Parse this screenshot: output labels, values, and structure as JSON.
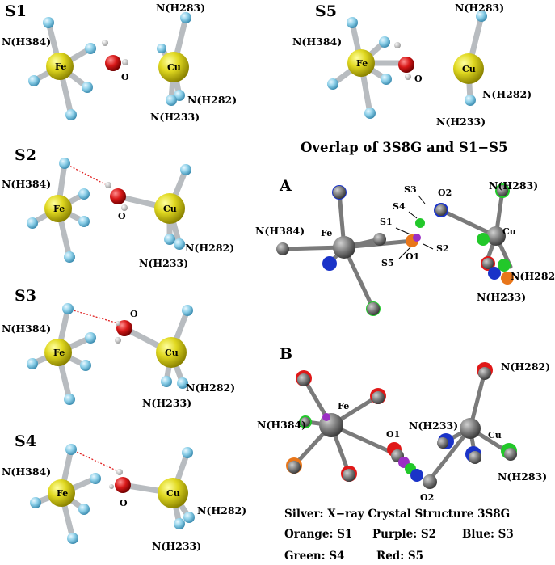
{
  "panels": {
    "s1": {
      "label": "S1",
      "h384": "N(H384)",
      "fe": "Fe",
      "o": "O",
      "cu": "Cu",
      "h283": "N(H283)",
      "h282": "N(H282)",
      "h233": "N(H233)"
    },
    "s2": {
      "label": "S2",
      "h384": "N(H384)",
      "fe": "Fe",
      "o": "O",
      "cu": "Cu",
      "h282": "N(H282)",
      "h233": "N(H233)"
    },
    "s3": {
      "label": "S3",
      "h384": "N(H384)",
      "fe": "Fe",
      "o": "O",
      "cu": "Cu",
      "h282": "N(H282)",
      "h233": "N(H233)"
    },
    "s4": {
      "label": "S4",
      "h384": "N(H384)",
      "fe": "Fe",
      "o": "O",
      "cu": "Cu",
      "h282": "N(H282)",
      "h233": "N(H233)"
    },
    "s5": {
      "label": "S5",
      "h384": "N(H384)",
      "fe": "Fe",
      "o": "O",
      "cu": "Cu",
      "h283": "N(H283)",
      "h282": "N(H282)",
      "h233": "N(H233)"
    }
  },
  "overlap": {
    "title": "Overlap of 3S8G and S1−S5",
    "a": {
      "label": "A",
      "h283": "N(H283)",
      "o2": "O2",
      "s3": "S3",
      "s4": "S4",
      "s1": "S1",
      "s2": "S2",
      "s5": "S5",
      "o1": "O1",
      "fe": "Fe",
      "cu": "Cu",
      "h384": "N(H384)",
      "h282": "N(H282)",
      "h233": "N(H233)"
    },
    "b": {
      "label": "B",
      "h282": "N(H282)",
      "fe": "Fe",
      "h384": "N(H384)",
      "o1": "O1",
      "h233": "N(H233)",
      "cu": "Cu",
      "h283": "N(H283)",
      "o2": "O2"
    }
  },
  "legend": {
    "silver": "Silver: X−ray Crystal Structure 3S8G",
    "orange": "Orange: S1",
    "purple": "Purple: S2",
    "blue": "Blue: S3",
    "green": "Green: S4",
    "red": "Red: S5"
  },
  "colors": {
    "iron_copper": "#d9d21a",
    "nitrogen_ball": "#8ccfe8",
    "oxygen": "#d81818",
    "bond": "#b8bcc0",
    "xray_silver": "#7a7a7a",
    "orange": "#e8761a",
    "purple": "#9b2fc4",
    "blue": "#1a33c8",
    "green": "#22c82a",
    "red": "#e01818",
    "hbond": "#e02020"
  }
}
